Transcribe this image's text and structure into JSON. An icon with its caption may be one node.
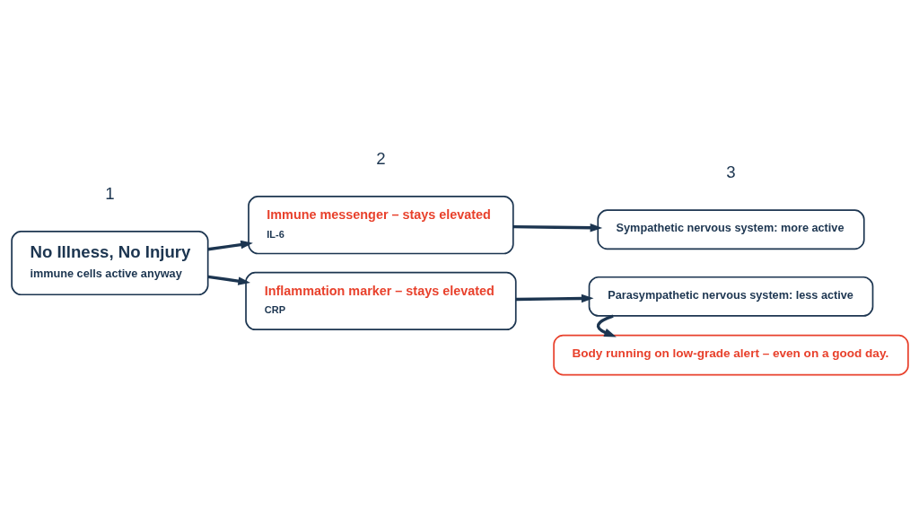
{
  "diagram": {
    "nodes": [
      {
        "text": [
          "No Illness, No Injury",
          "immune cells active anyway"
        ]
      },
      {
        "text": [
          "Immune messenger – stays elevated",
          "IL-6"
        ]
      },
      {
        "text": [
          "Inflammation marker – stays elevated",
          "CRP"
        ]
      },
      {
        "text": [
          "Sympathetic nervous system: more active"
        ]
      },
      {
        "text": [
          "Parasympathetic nervous system: less active"
        ]
      },
      {
        "text": [
          "Body running on low-grade alert – even on a good day."
        ]
      }
    ],
    "edges": [
      {
        "from": 0,
        "to": 1,
        "arrow": "to"
      },
      {
        "from": 0,
        "to": 2,
        "arrow": "to"
      },
      {
        "from": 1,
        "to": 3,
        "arrow": "to"
      },
      {
        "from": 2,
        "to": 4,
        "arrow": "to"
      },
      {
        "from": 4,
        "to": 5,
        "arrow": "to"
      }
    ],
    "labels": [
      "1",
      "2",
      "3"
    ]
  }
}
